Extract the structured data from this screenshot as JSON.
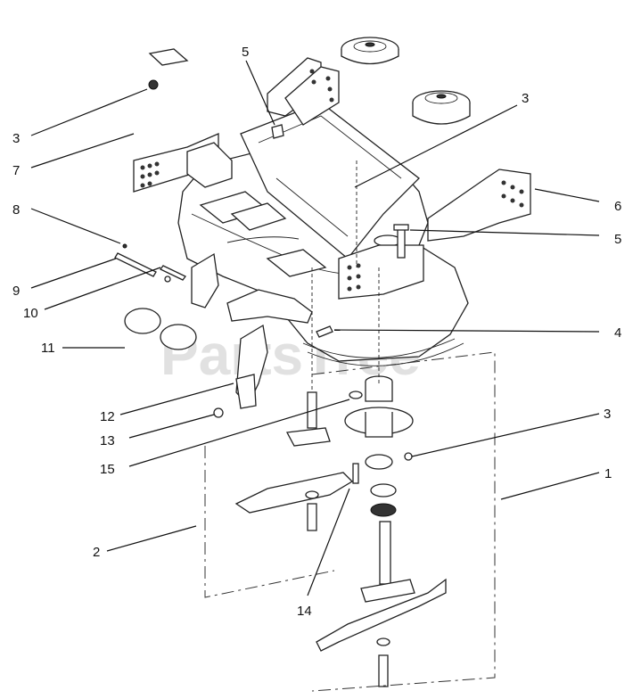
{
  "watermark": "PartsTree",
  "callouts": {
    "c3a": "3",
    "c7": "7",
    "c5a": "5",
    "c3b": "3",
    "c6": "6",
    "c8": "8",
    "c5b": "5",
    "c9": "9",
    "c10": "10",
    "c11": "11",
    "c4": "4",
    "c12": "12",
    "c13": "13",
    "c3c": "3",
    "c15": "15",
    "c1": "1",
    "c2": "2",
    "c14": "14"
  }
}
